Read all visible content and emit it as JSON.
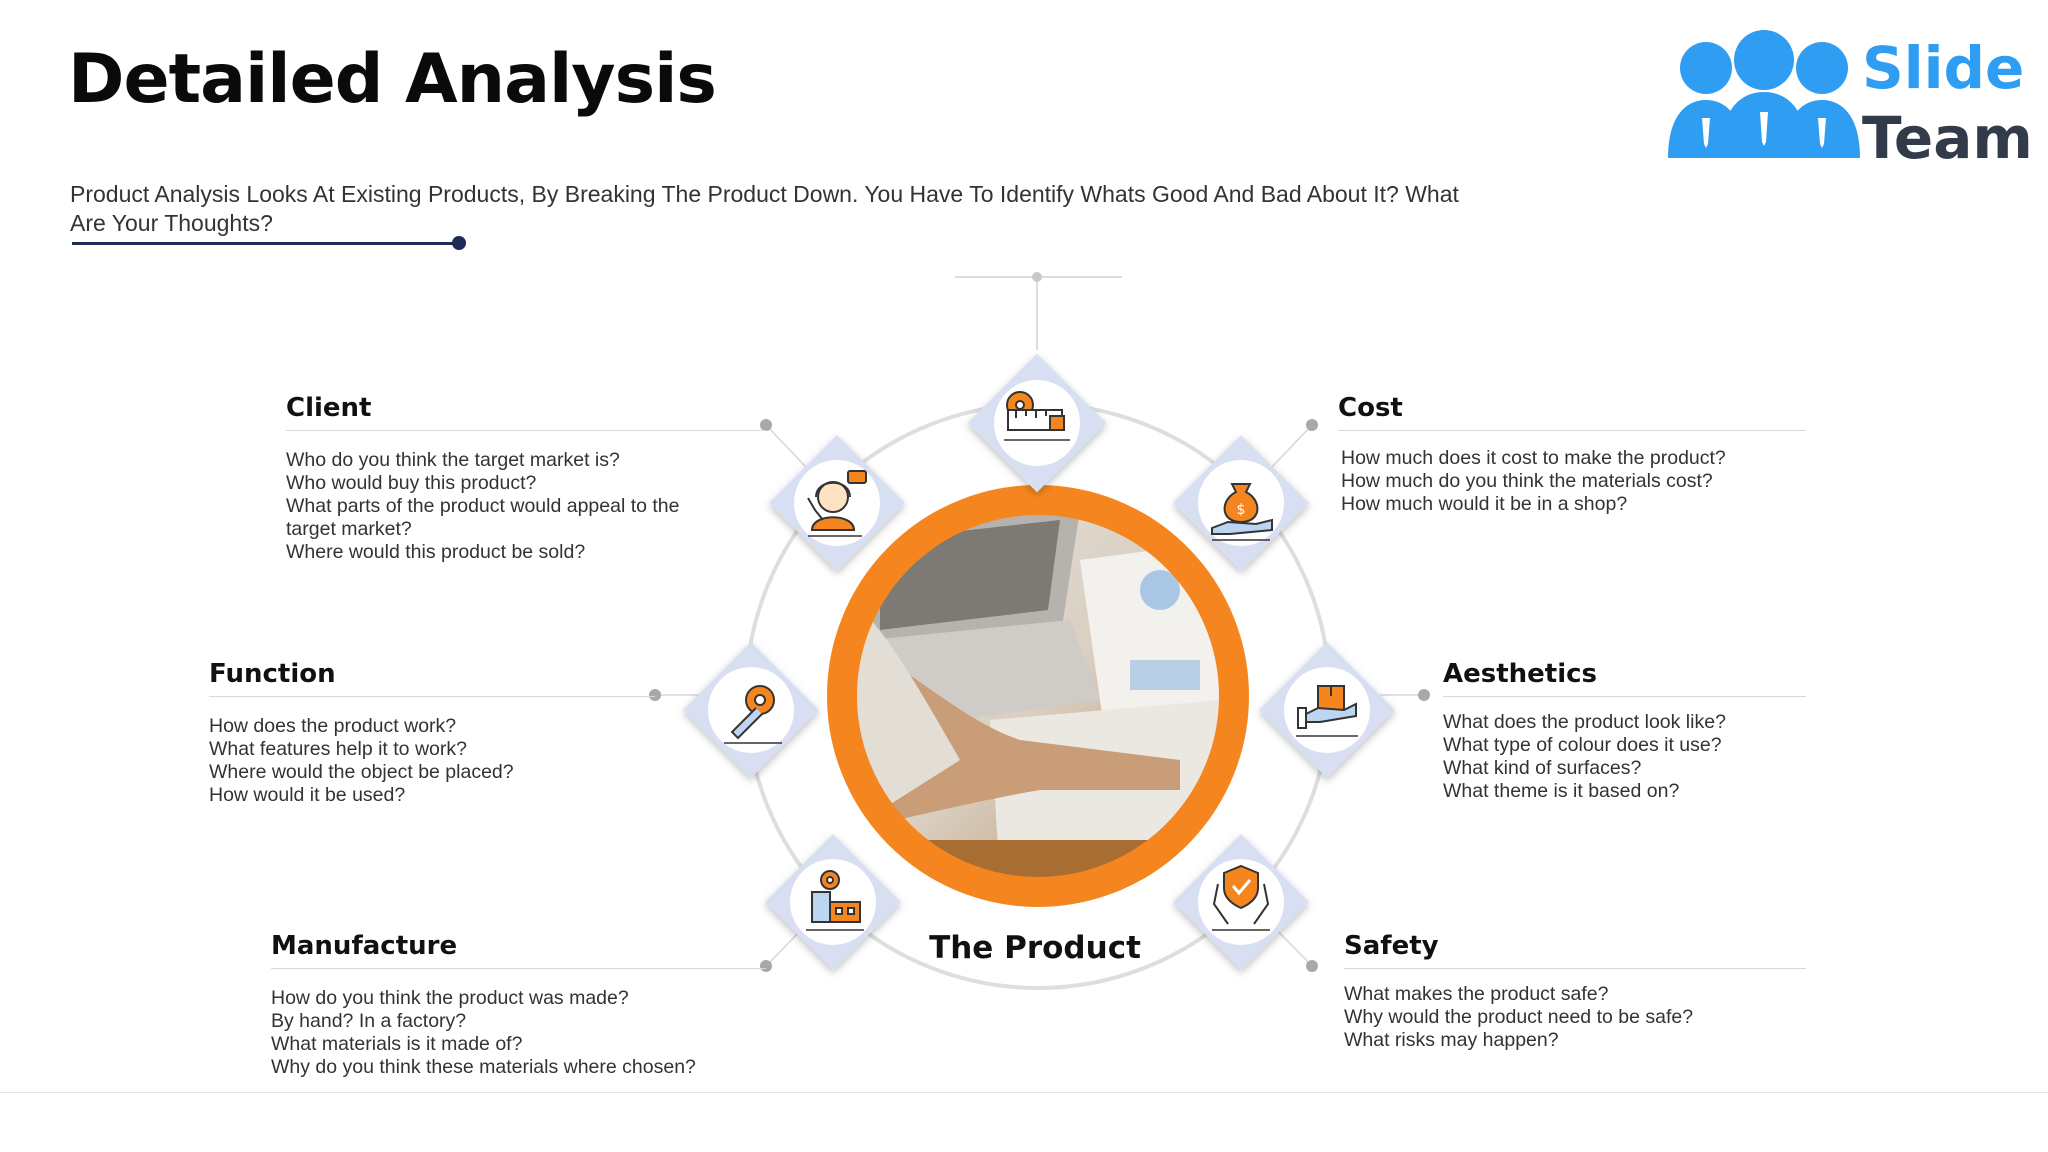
{
  "title": "Detailed Analysis",
  "subtitle": "Product Analysis Looks At Existing Products, By Breaking The Product Down. You Have To Identify Whats Good And Bad About It? What Are Your Thoughts?",
  "logo": {
    "line1": "Slide",
    "line2": "Team"
  },
  "center_label": "The Product",
  "colors": {
    "accent": "#f5861f",
    "navy": "#1f2a55",
    "logo_blue": "#2f9df2",
    "diamond": "#d8dff2"
  },
  "sections": {
    "client": {
      "heading": "Client",
      "items": [
        "Who do you think the target market is?",
        "Who would buy this product?",
        "What parts of the product would appeal to the",
        "target market?",
        "Where would this product be sold?"
      ]
    },
    "function": {
      "heading": "Function",
      "items": [
        "How does the product work?",
        "What features help it to work?",
        "Where would the object be placed?",
        "How would it be used?"
      ]
    },
    "manufacture": {
      "heading": "Manufacture",
      "items": [
        "How do you think the product was made?",
        "By hand? In a factory?",
        "What materials is it made of?",
        "Why do you think these materials where chosen?"
      ]
    },
    "cost": {
      "heading": "Cost",
      "items": [
        "How much does it cost to make the product?",
        "How much do you think the materials cost?",
        "How much would it be in a shop?"
      ]
    },
    "aesthetics": {
      "heading": "Aesthetics",
      "items": [
        "What does the product look like?",
        "What type of colour does it use?",
        "What kind of surfaces?",
        "What theme is it based on?"
      ]
    },
    "safety": {
      "heading": "Safety",
      "items": [
        "What makes the product safe?",
        "Why would the product need to be safe?",
        "What risks may happen?"
      ]
    }
  },
  "icons": [
    "measuring-tape-icon",
    "money-bag-hand-icon",
    "box-hand-icon",
    "shield-hands-icon",
    "factory-gear-icon",
    "wrench-gear-icon",
    "support-agent-icon"
  ]
}
